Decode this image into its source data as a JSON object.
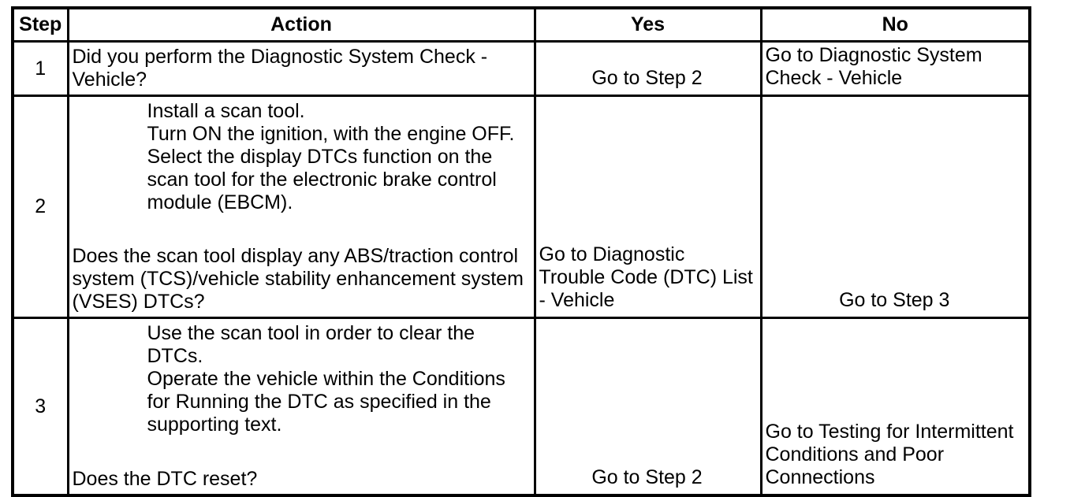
{
  "colors": {
    "background": "#ffffff",
    "border": "#000000",
    "text": "#000000"
  },
  "table": {
    "headers": {
      "step": "Step",
      "action": "Action",
      "yes": "Yes",
      "no": "No"
    },
    "rows": [
      {
        "step": "1",
        "instructions": [],
        "question": "Did you perform the Diagnostic System Check - Vehicle?",
        "yes": "Go to Step 2",
        "no": "Go to Diagnostic System Check - Vehicle"
      },
      {
        "step": "2",
        "instructions": [
          "Install a scan tool.",
          "Turn ON the ignition, with the engine OFF.",
          "Select the display DTCs function on the scan tool for the electronic brake control module (EBCM)."
        ],
        "question": "Does the scan tool display any ABS/traction control system (TCS)/vehicle stability enhancement system (VSES) DTCs?",
        "yes": "Go to Diagnostic Trouble Code (DTC) List - Vehicle",
        "no": "Go to Step 3"
      },
      {
        "step": "3",
        "instructions": [
          "Use the scan tool in order to clear the DTCs.",
          "Operate the vehicle within the Conditions for Running the DTC as specified in the supporting text.",
          "Does the DTC reset?"
        ],
        "question": "Does the DTC reset?",
        "yes": "Go to Step 2",
        "no": "Go to Testing for Intermittent Conditions and Poor Connections"
      }
    ]
  }
}
